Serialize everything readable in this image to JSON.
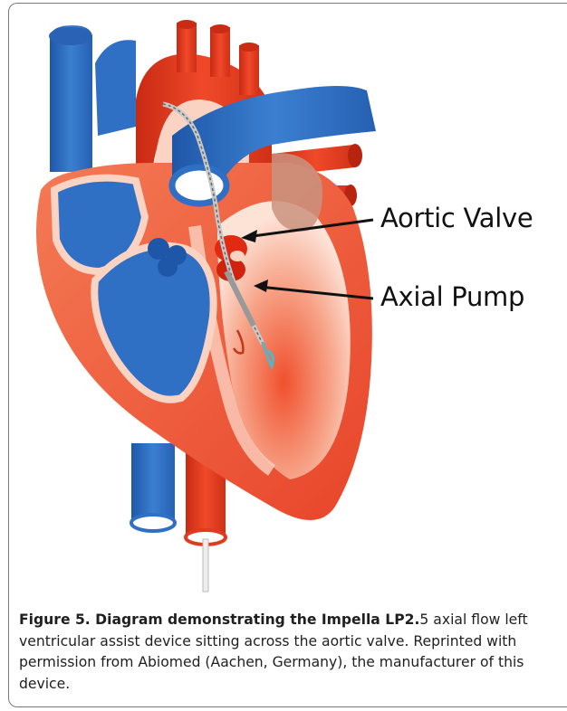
{
  "figure": {
    "labels": {
      "aortic_valve": "Aortic Valve",
      "axial_pump": "Axial Pump"
    },
    "caption": {
      "bold_part": "Figure 5. Diagram demonstrating the Impella LP2.",
      "regular_part": "5 axial flow left ventricular assist device sitting across the aortic valve. Reprinted with permission from Abiomed (Aachen, Germany), the manufacturer of this device."
    }
  },
  "colors": {
    "vein_blue": "#2f6fc4",
    "artery_red": "#e23a1e",
    "heart_wall": "#f06a45",
    "heart_light": "#fbd3c3",
    "pump_teal": "#4fb7c7"
  }
}
